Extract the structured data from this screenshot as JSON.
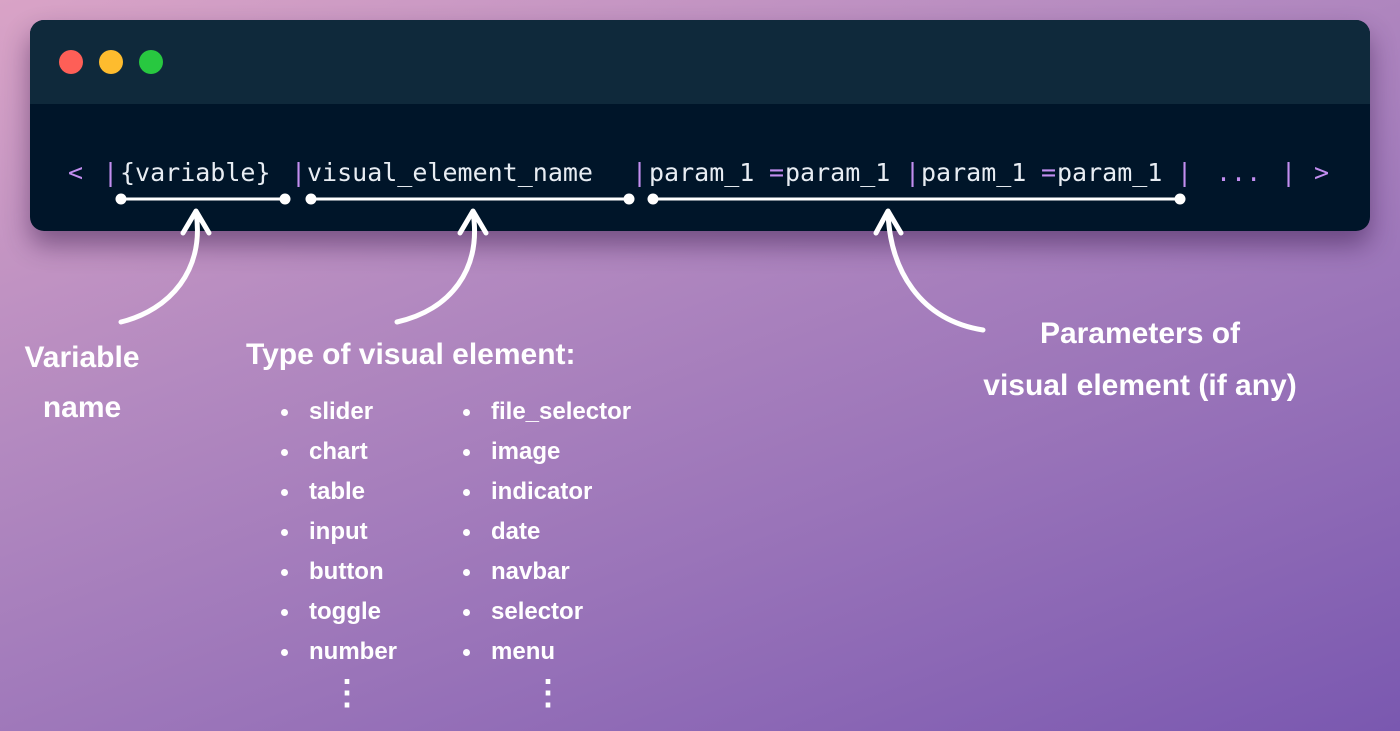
{
  "window": {
    "controls": [
      "close",
      "minimize",
      "maximize"
    ],
    "control_colors": {
      "close": "#fe5f57",
      "minimize": "#febc2e",
      "maximize": "#28c840"
    },
    "background": "#001529",
    "titlebar_background": "#0f293b"
  },
  "syntax": {
    "open": "<",
    "sep": "|",
    "variable": "{variable}",
    "element": "visual_element_name",
    "param1_key": "param_1",
    "param1_eq": "=",
    "param1_val": "param_1",
    "param2_key": "param_1",
    "param2_eq": "=",
    "param2_val": "param_1",
    "ellipsis": "...",
    "close": ">",
    "symbol_color": "#c38ef0",
    "text_color": "#e8edf3"
  },
  "annotations": {
    "variable_line1": "Variable",
    "variable_line2": "name",
    "type_title": "Type of visual element:",
    "params_line1": "Parameters of",
    "params_line2": "visual element (if any)"
  },
  "element_types": {
    "col1": [
      "slider",
      "chart",
      "table",
      "input",
      "button",
      "toggle",
      "number"
    ],
    "col2": [
      "file_selector",
      "image",
      "indicator",
      "date",
      "navbar",
      "selector",
      "menu"
    ],
    "more": "⋮"
  }
}
